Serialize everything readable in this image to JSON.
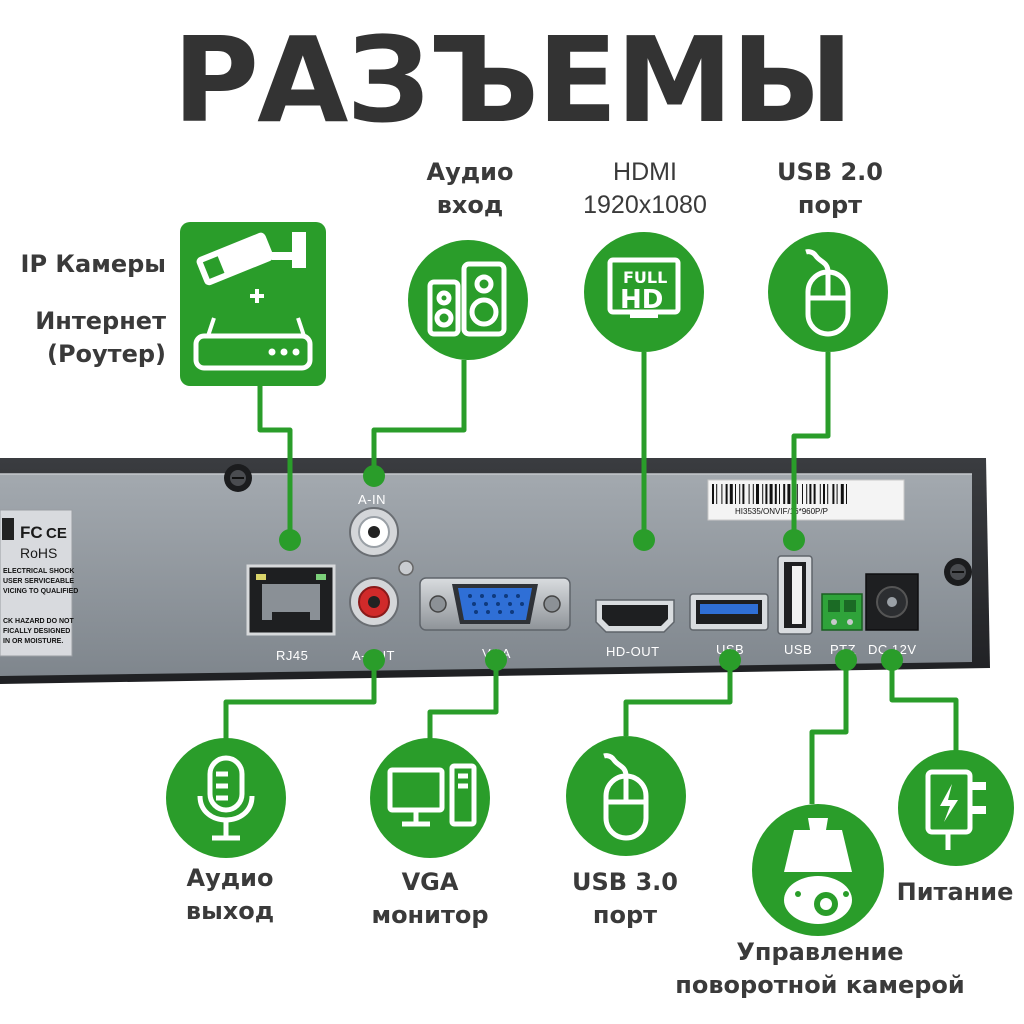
{
  "title": "РАЗЪЕМЫ",
  "colors": {
    "accent_green": "#2a9d2a",
    "panel_gray": "#8f969d",
    "frame_dark": "#2b2d30",
    "text_dark": "#3a3a3a"
  },
  "callouts": {
    "ip_cameras": {
      "line1": "IP Камеры",
      "icon": "camera-plus-router-icon"
    },
    "internet": {
      "line1": "Интернет",
      "line2": "(Роутер)"
    },
    "audio_in": {
      "line1": "Аудио",
      "line2": "вход",
      "icon": "speakers-icon"
    },
    "hdmi": {
      "line1": "HDMI",
      "line2": "1920x1080",
      "icon": "full-hd-icon",
      "badge_line1": "FULL",
      "badge_line2": "HD"
    },
    "usb2": {
      "line1": "USB 2.0",
      "line2": "порт",
      "icon": "mouse-icon"
    },
    "audio_out": {
      "line1": "Аудио",
      "line2": "выход",
      "icon": "microphone-icon"
    },
    "vga": {
      "line1": "VGA",
      "line2": "монитор",
      "icon": "monitor-pc-icon"
    },
    "usb3": {
      "line1": "USB 3.0",
      "line2": "порт",
      "icon": "mouse-icon"
    },
    "ptz": {
      "line1": "Управление",
      "line2": "поворотной камерой",
      "icon": "ptz-dome-camera-icon"
    },
    "power": {
      "line1": "Питание",
      "icon": "power-plug-icon"
    }
  },
  "panel_labels": {
    "rj45": "RJ45",
    "a_in": "A-IN",
    "a_out": "A-OUT",
    "vga": "VGA",
    "hd_out": "HD-OUT",
    "usb3": "USB",
    "usb2": "USB",
    "ptz": "PTZ",
    "dc": "DC 12V"
  },
  "certification": {
    "fc": "FC",
    "ce": "CE",
    "rohs": "RoHS"
  },
  "warning_lines": [
    "ELECTRICAL SHOCK",
    "USER SERVICEABLE",
    "VICING TO QUALIFIED",
    "",
    "CK HAZARD DO NOT",
    "FICALLY DESIGNED",
    "IN OR MOISTURE."
  ],
  "sticker": {
    "model": "HI3535/ONVIF/16*960P/P"
  }
}
